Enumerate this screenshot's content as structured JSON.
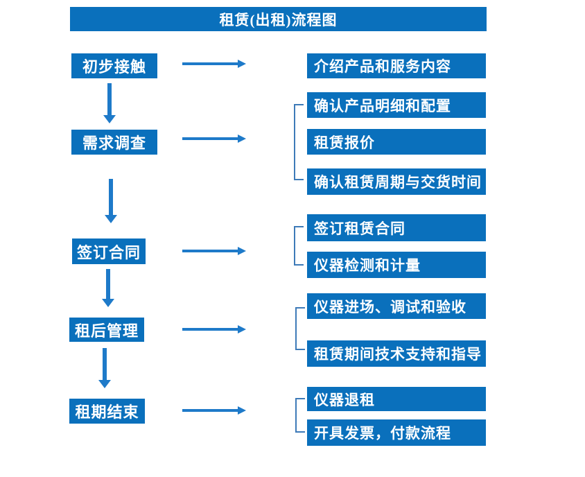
{
  "colors": {
    "box_blue": "#0a70bc",
    "arrow_blue": "#1e7ac9",
    "bracket_blue": "#3d7ab8",
    "text": "#ffffff",
    "bg": "#ffffff"
  },
  "title": "租赁(出租)流程图",
  "steps": [
    {
      "label": "初步接触"
    },
    {
      "label": "需求调查"
    },
    {
      "label": "签订合同"
    },
    {
      "label": "租后管理"
    },
    {
      "label": "租期结束"
    }
  ],
  "details": [
    {
      "label": "介绍产品和服务内容"
    },
    {
      "label": "确认产品明细和配置"
    },
    {
      "label": "租赁报价"
    },
    {
      "label": "确认租赁周期与交货时间"
    },
    {
      "label": "签订租赁合同"
    },
    {
      "label": "仪器检测和计量"
    },
    {
      "label": "仪器进场、调试和验收"
    },
    {
      "label": "租赁期间技术支持和指导"
    },
    {
      "label": "仪器退租"
    },
    {
      "label": "开具发票，付款流程"
    }
  ]
}
